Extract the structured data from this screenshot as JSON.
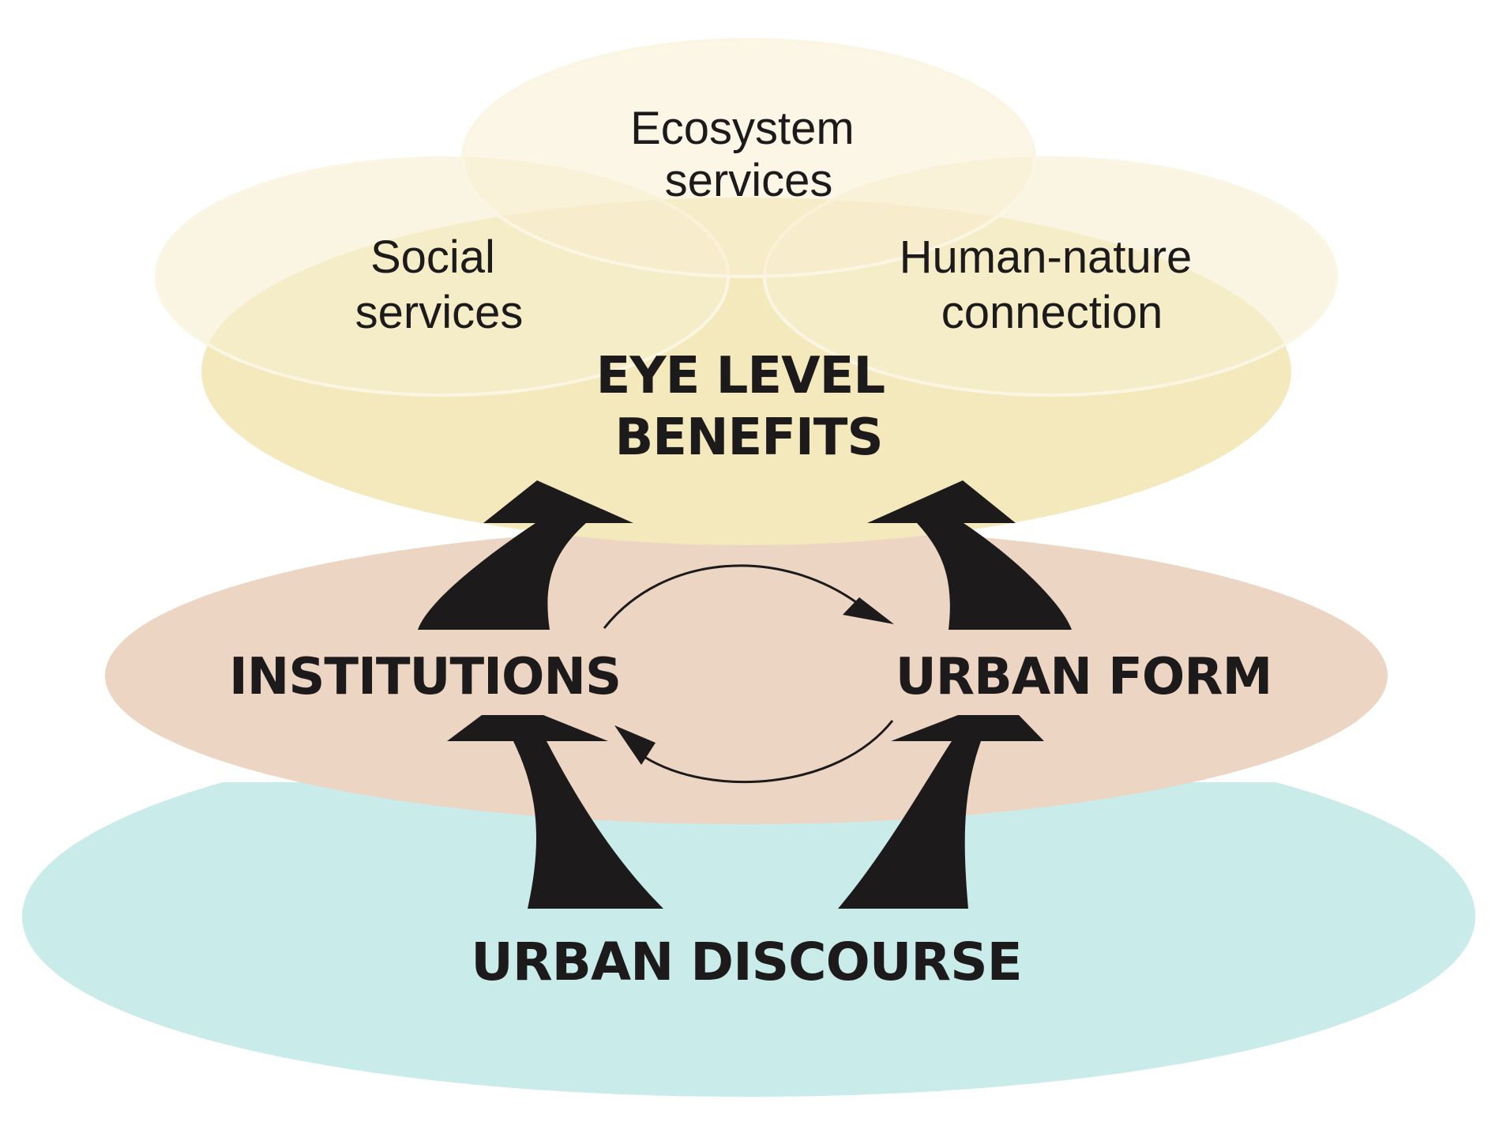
{
  "colors": {
    "benefits_fill": "#f3e9bd",
    "benefits_circle_fill": "#f7efcf",
    "benefits_stroke": "#fbf6e3",
    "middle_fill": "#ecd5c3",
    "bottom_fill": "#c9ebea",
    "arrow_fill": "#1c1a1a",
    "text": "#1c1a1a"
  },
  "benefit_circles": {
    "ecosystem": [
      "Ecosystem",
      "services"
    ],
    "social": [
      "Social",
      "services"
    ],
    "human_nature": [
      "Human-nature",
      "connection"
    ]
  },
  "layers": {
    "top": [
      "EYE LEVEL",
      "BENEFITS"
    ],
    "middle_left": "INSTITUTIONS",
    "middle_right": "URBAN FORM",
    "bottom": "URBAN DISCOURSE"
  }
}
